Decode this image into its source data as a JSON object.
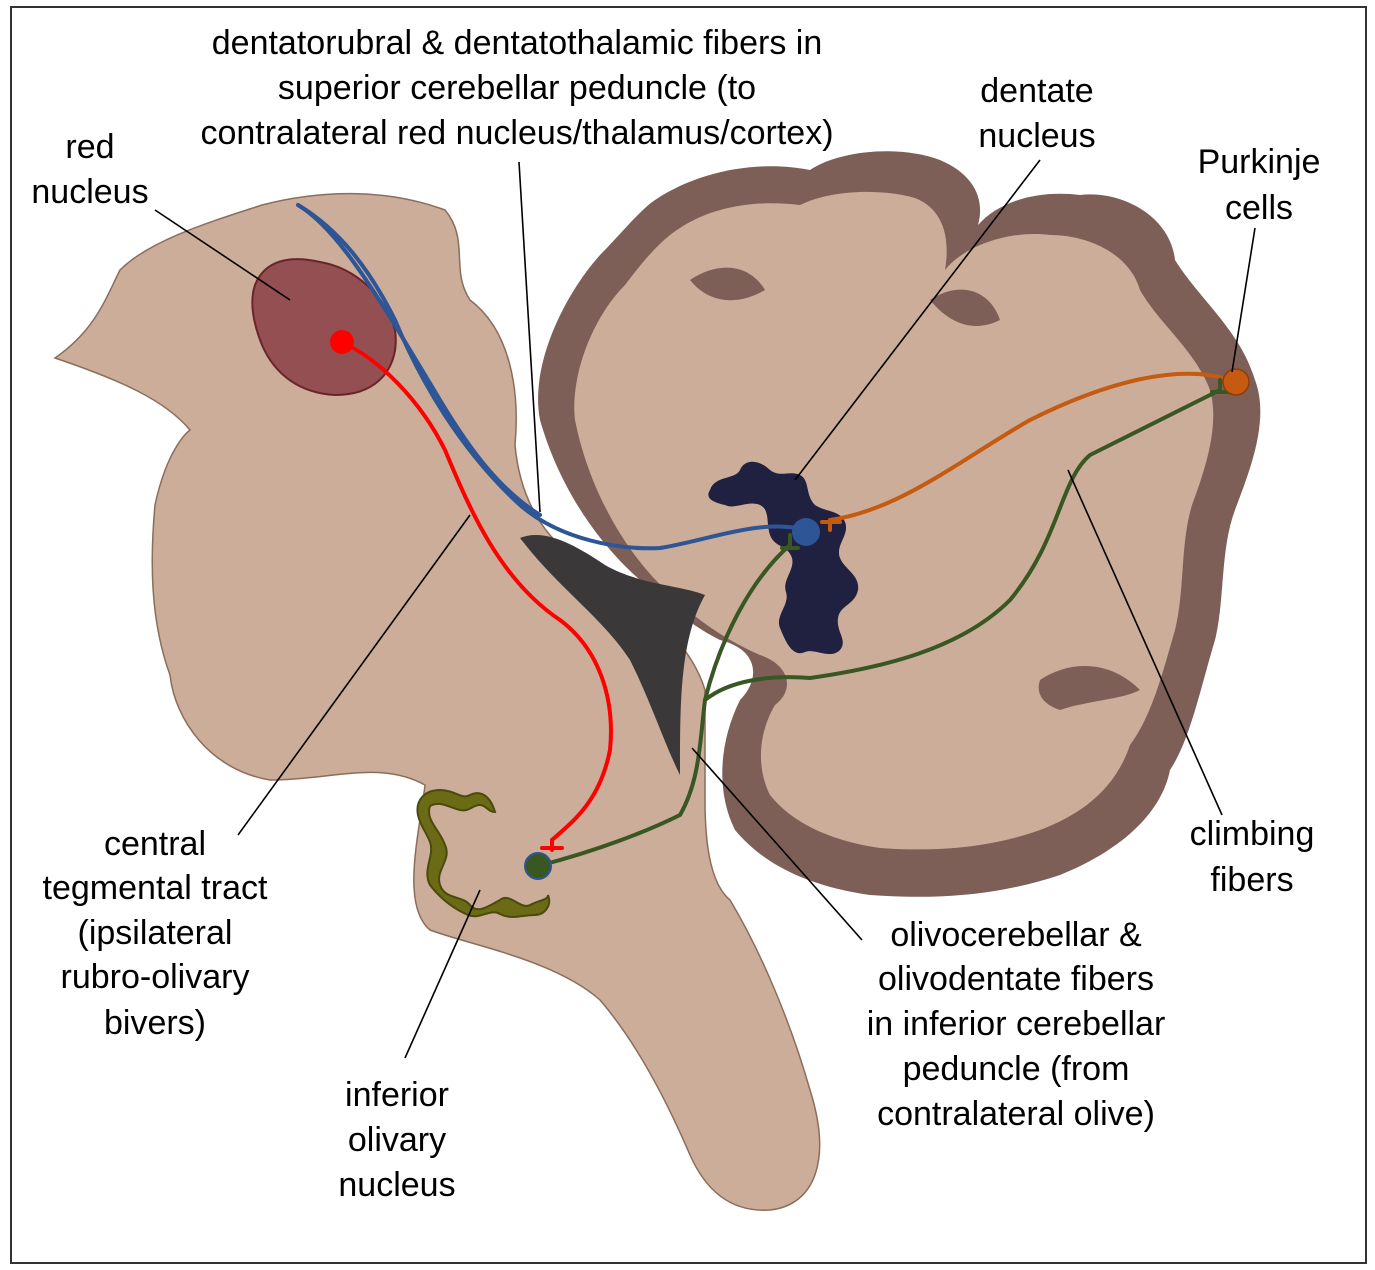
{
  "colors": {
    "tissue": "#ccad99",
    "tissue_outline": "#8b6d5c",
    "cortex": "#7d5f58",
    "ventricle": "#3a3838",
    "red_nucleus": "#944f52",
    "red_tract": "#ff0000",
    "blue_fiber": "#2e5596",
    "orange_fiber": "#c55a11",
    "green_fiber": "#385723",
    "olive": "#6b6b16",
    "dentate": "#202040",
    "leader": "#000000"
  },
  "labels": {
    "sup_peduncle": [
      "dentatorubral & dentatothalamic fibers in",
      "superior cerebellar peduncle (to",
      "contralateral red nucleus/thalamus/cortex)"
    ],
    "dentate": [
      "dentate",
      "nucleus"
    ],
    "red_nucleus": [
      "red",
      "nucleus"
    ],
    "purkinje": [
      "Purkinje",
      "cells"
    ],
    "central_tegmental": [
      "central",
      "tegmental tract",
      "(ipsilateral",
      "rubro-olivary",
      "bivers)"
    ],
    "inferior_olive": [
      "inferior",
      "olivary",
      "nucleus"
    ],
    "inf_peduncle": [
      "olivocerebellar &",
      "olivodentate fibers",
      "in inferior cerebellar",
      "peduncle (from",
      "contralateral olive)"
    ],
    "climbing": [
      "climbing",
      "fibers"
    ]
  }
}
